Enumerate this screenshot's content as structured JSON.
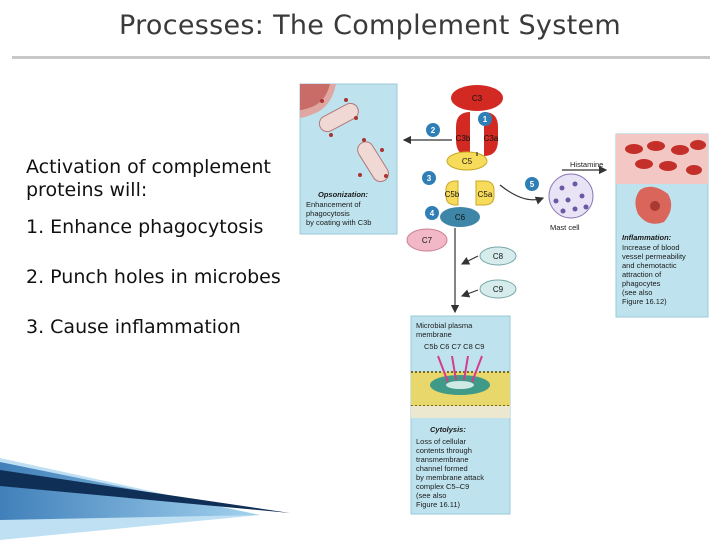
{
  "slide": {
    "title": "Processes:  The Complement System",
    "intro": "Activation of complement proteins will:",
    "items": [
      "1. Enhance phagocytosis",
      "2. Punch holes in microbes",
      "3. Cause inflammation"
    ]
  },
  "diagram": {
    "molecules": {
      "c3": "C3",
      "c3a": "C3a",
      "c3b": "C3b",
      "c5": "C5",
      "c5a": "C5a",
      "c5b": "C5b",
      "c6": "C6",
      "c7": "C7",
      "c8": "C8",
      "c9": "C9"
    },
    "steps": [
      "1",
      "2",
      "3",
      "4",
      "5"
    ],
    "opsonization": {
      "heading": "Opsonization:",
      "lines": [
        "Enhancement of",
        "phagocytosis",
        "by coating with C3b"
      ]
    },
    "histamine": "Histamine",
    "mast_cell": "Mast cell",
    "inflammation": {
      "heading": "Inflammation:",
      "lines": [
        "Increase of blood",
        "vessel permeability",
        "and chemotactic",
        "attraction of",
        "phagocytes",
        "(see also",
        "Figure 16.12)"
      ]
    },
    "membrane": {
      "lines": [
        "Microbial plasma",
        "membrane"
      ],
      "complex": "C5b  C6  C7  C8  C9"
    },
    "cytolysis": {
      "heading": "Cytolysis:",
      "lines": [
        "Loss of cellular",
        "contents through",
        "transmembrane",
        "channel formed",
        "by membrane attack",
        "complex C5–C9",
        "(see also",
        "Figure 16.11)"
      ]
    }
  }
}
